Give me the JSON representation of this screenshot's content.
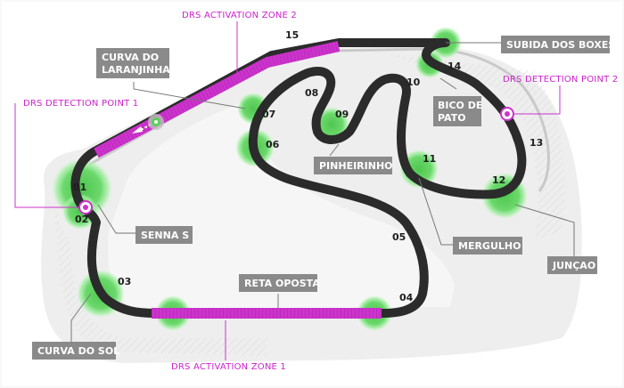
{
  "title": "",
  "colors": {
    "track": "#2b2b2b",
    "drs": "#cc33cc",
    "corner_glow": "#66e066",
    "label_bg": "#8a8a8a",
    "runoff": "#ebebeb"
  },
  "corners": {
    "c01": "01",
    "c02": "02",
    "c03": "03",
    "c04": "04",
    "c05": "05",
    "c06": "06",
    "c07": "07",
    "c08": "08",
    "c09": "09",
    "c10": "10",
    "c11": "11",
    "c12": "12",
    "c13": "13",
    "c14": "14",
    "c15": "15"
  },
  "labels": {
    "curva_do_laranjinha_1": "CURVA DO",
    "curva_do_laranjinha_2": "LARANJINHA",
    "senna_s": "SENNA S",
    "curva_do_sol": "CURVA DO SOL",
    "reta_oposta": "RETA OPOSTA",
    "pinheirinho": "PINHEIRINHO",
    "bico_de_pato_1": "BICO DE",
    "bico_de_pato_2": "PATO",
    "mergulho": "MERGULHO",
    "juncao": "JUNÇAO",
    "subida_dos_boxes": "SUBIDA DOS BOXES"
  },
  "drs": {
    "activation_zone_1": "DRS ACTIVATION ZONE 1",
    "activation_zone_2": "DRS ACTIVATION ZONE 2",
    "detection_point_1": "DRS DETECTION POINT 1",
    "detection_point_2": "DRS DETECTION POINT 2"
  }
}
